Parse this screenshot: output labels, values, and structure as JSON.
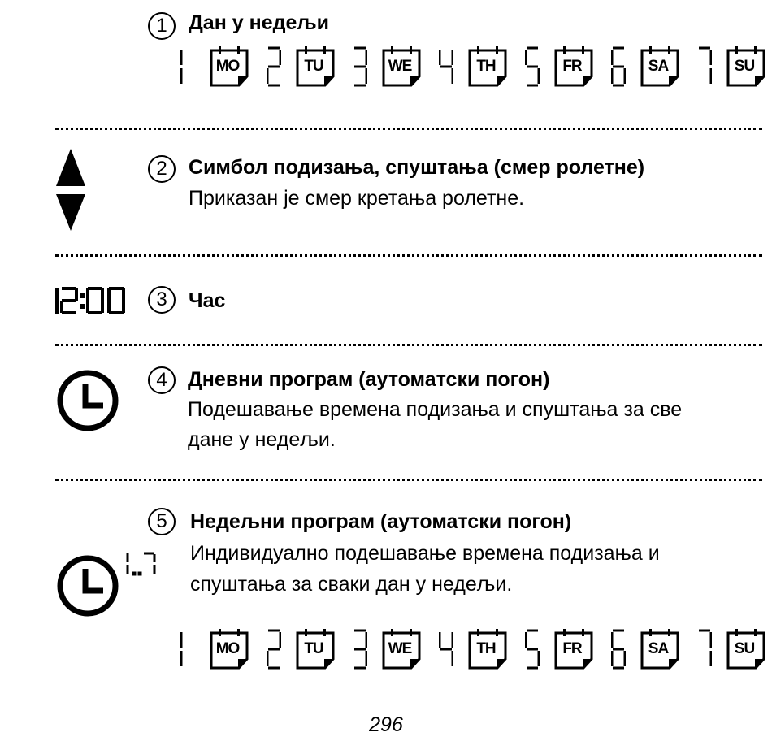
{
  "sections": [
    {
      "number": "1",
      "title": "Дан у недељи",
      "body": []
    },
    {
      "number": "2",
      "title": "Симбол подизања, спуштања (смер ролетне)",
      "body": [
        "Приказан је смер кретања ролетне."
      ]
    },
    {
      "number": "3",
      "title": "Час",
      "body": []
    },
    {
      "number": "4",
      "title": "Дневни програм (аутоматски погон)",
      "body": [
        "Подешавање времена подизања и спуштања за све",
        "дане у недељи."
      ]
    },
    {
      "number": "5",
      "title": "Недељни програм (аутоматски погон)",
      "body": [
        "Индивидуално подешавање времена подизања и",
        "спуштања за сваки дан у недељи."
      ]
    }
  ],
  "days": [
    {
      "digit": "1",
      "label": "MO"
    },
    {
      "digit": "2",
      "label": "TU"
    },
    {
      "digit": "3",
      "label": "WE"
    },
    {
      "digit": "4",
      "label": "TH"
    },
    {
      "digit": "5",
      "label": "FR"
    },
    {
      "digit": "6",
      "label": "SA"
    },
    {
      "digit": "7",
      "label": "SU"
    }
  ],
  "clock_display": "12:00",
  "weekly_indicator": "1..7",
  "page_number": "296"
}
